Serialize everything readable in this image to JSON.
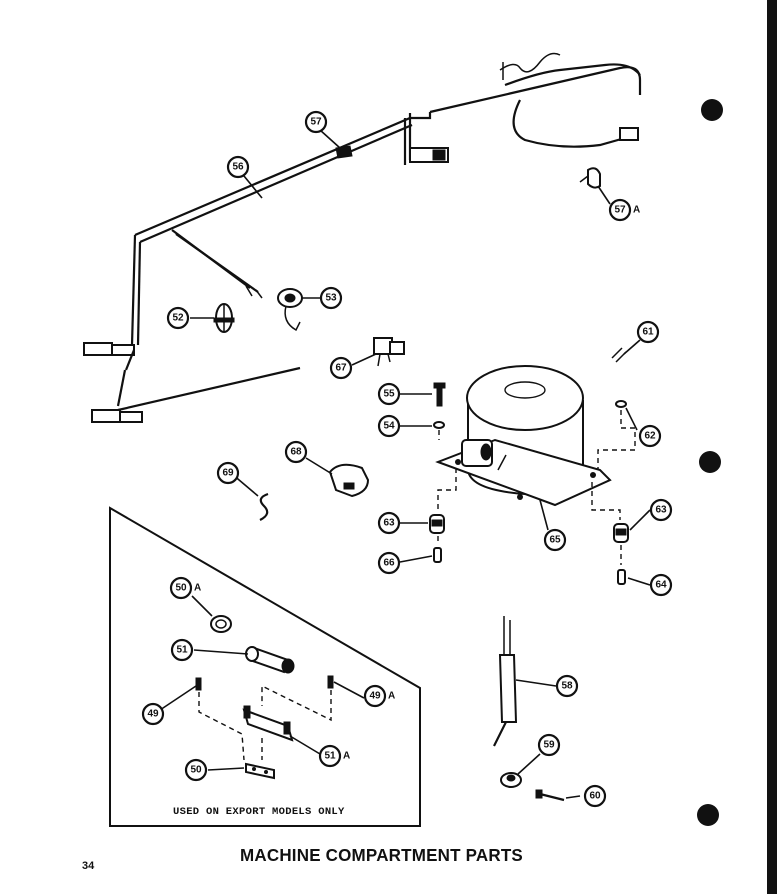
{
  "title": "MACHINE COMPARTMENT PARTS",
  "page_number": "34",
  "inset_caption": "USED ON EXPORT MODELS ONLY",
  "callouts": {
    "c57": "57",
    "c56": "56",
    "c57a": "57",
    "c52": "52",
    "c53": "53",
    "c61": "61",
    "c67": "67",
    "c55": "55",
    "c54": "54",
    "c62": "62",
    "c68": "68",
    "c69": "69",
    "c63l": "63",
    "c66": "66",
    "c65": "65",
    "c63r": "63",
    "c64": "64",
    "c50a": "50",
    "c51": "51",
    "c49": "49",
    "c49a": "49",
    "c51a": "51",
    "c50": "50",
    "c58": "58",
    "c59": "59",
    "c60": "60"
  },
  "suffix_a": "A"
}
